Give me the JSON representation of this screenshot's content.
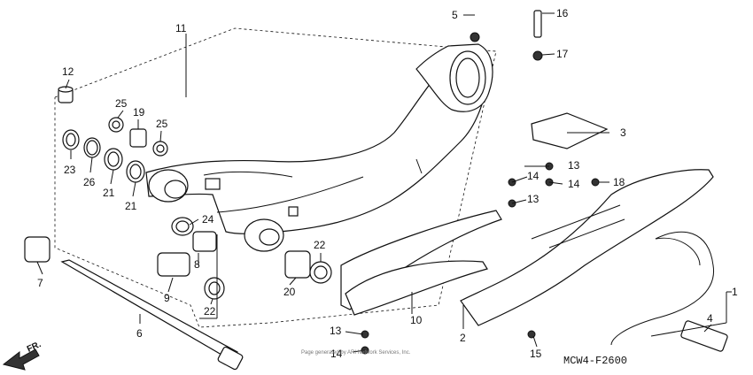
{
  "diagram_code": "MCW4-F2600",
  "copyright": "Page generated by ARI Network Services, Inc.",
  "direction_label": "FR.",
  "callouts": [
    "1",
    "2",
    "3",
    "4",
    "5",
    "6",
    "7",
    "8",
    "9",
    "10",
    "11",
    "12",
    "13",
    "13",
    "13",
    "13",
    "14",
    "14",
    "14",
    "15",
    "16",
    "17",
    "18",
    "19",
    "20",
    "21",
    "21",
    "22",
    "22",
    "23",
    "24",
    "25",
    "25",
    "26"
  ]
}
